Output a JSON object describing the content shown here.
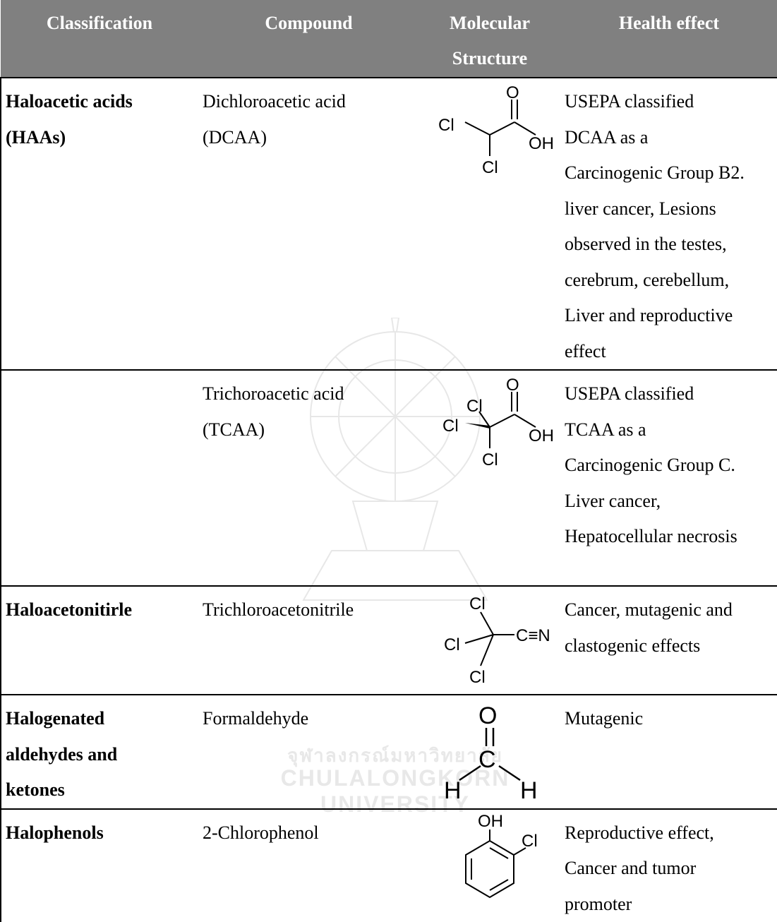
{
  "table": {
    "headers": {
      "classification": "Classification",
      "compound": "Compound",
      "structure": [
        "Molecular",
        "Structure"
      ],
      "effect": "Health effect"
    },
    "rows": [
      {
        "classification": [
          "Haloacetic acids",
          "(HAAs)"
        ],
        "compound": [
          "Dichloroacetic acid",
          "(DCAA)"
        ],
        "structure_icon": "dichloroacetic-acid-structure",
        "effect": [
          "USEPA classified",
          "DCAA as a",
          "Carcinogenic Group B2.",
          "liver cancer, Lesions",
          "observed in the testes,",
          "cerebrum, cerebellum,",
          "Liver and reproductive",
          "effect"
        ]
      },
      {
        "classification": [],
        "compound": [
          "Trichoroacetic acid",
          "(TCAA)"
        ],
        "structure_icon": "trichloroacetic-acid-structure",
        "effect": [
          "USEPA classified",
          "TCAA as a",
          "Carcinogenic Group C.",
          "Liver cancer,",
          "Hepatocellular necrosis"
        ]
      },
      {
        "classification": [
          "Haloacetonitirle"
        ],
        "compound": [
          "Trichloroacetonitrile"
        ],
        "structure_icon": "trichloroacetonitrile-structure",
        "effect": [
          "Cancer, mutagenic and",
          "clastogenic effects"
        ]
      },
      {
        "classification": [
          "Halogenated",
          "aldehydes and",
          "ketones"
        ],
        "compound": [
          "Formaldehyde"
        ],
        "structure_icon": "formaldehyde-structure",
        "effect": [
          "Mutagenic"
        ]
      },
      {
        "classification": [
          "Halophenols"
        ],
        "compound": [
          "2-Chlorophenol"
        ],
        "structure_icon": "chlorophenol-structure",
        "effect": [
          "Reproductive effect,",
          "Cancer and tumor",
          "promoter"
        ]
      }
    ]
  },
  "molecule_labels": {
    "dcaa": {
      "o": "O",
      "cl1": "Cl",
      "oh": "OH",
      "cl2": "Cl"
    },
    "tcaa": {
      "o": "O",
      "cl1": "Cl",
      "cl2": "Cl",
      "oh": "OH",
      "cl3": "Cl"
    },
    "tcan": {
      "cl1": "Cl",
      "cl2": "Cl",
      "cn": "C≡N",
      "cl3": "Cl"
    },
    "form": {
      "o": "O",
      "c": "C",
      "h1": "H",
      "h2": "H"
    },
    "chlp": {
      "oh": "OH",
      "cl": "Cl"
    }
  },
  "watermark": {
    "icon": "university-crest-watermark",
    "thai": "จุฬาลงกรณ์มหาวิทยาลัย",
    "english": "CHULALONGKORN UNIVERSITY"
  },
  "colors": {
    "header_bg": "#808080",
    "header_text": "#ffffff",
    "rule": "#000000"
  }
}
